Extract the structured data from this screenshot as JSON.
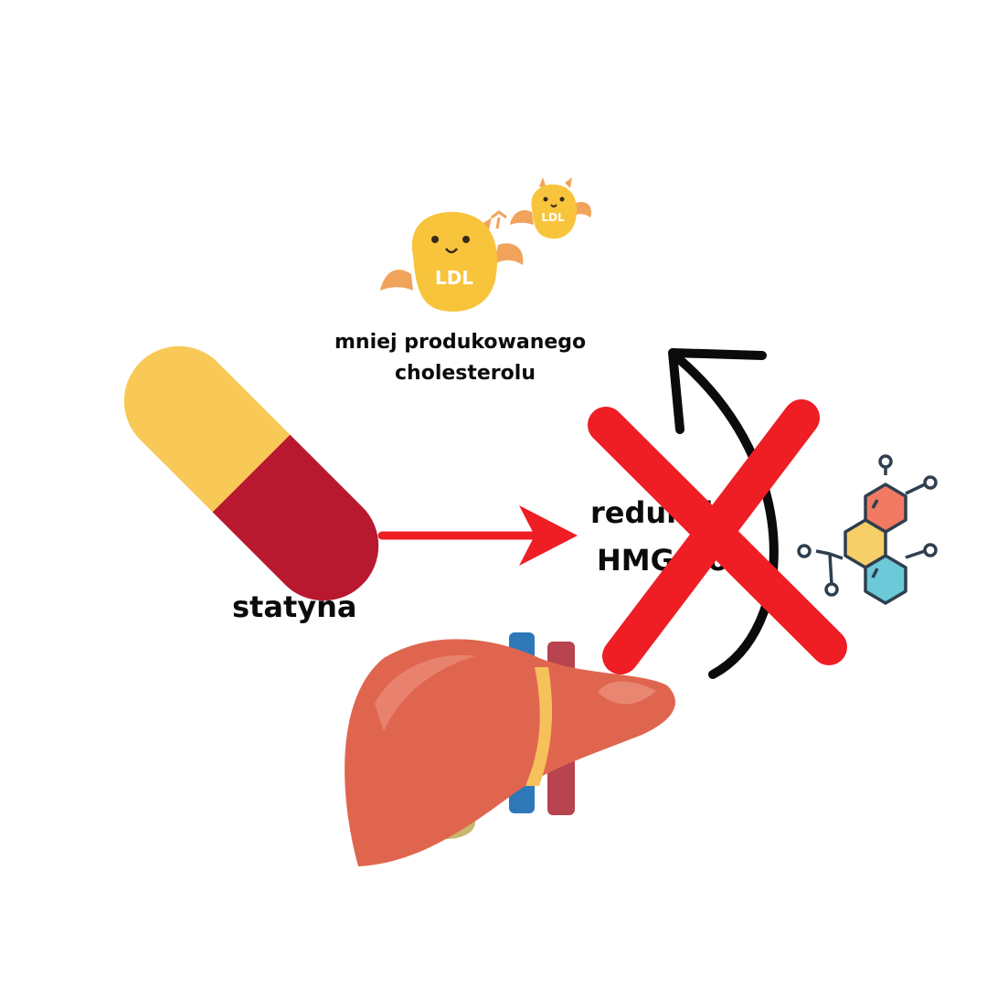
{
  "labels": {
    "statin": "statyna",
    "result_line_1": "mniej produkowanego",
    "result_line_2": "cholesterolu",
    "enzyme_line_1": "redukcja",
    "enzyme_line_2": "HMG-CoA"
  },
  "ldl": {
    "label_large": "LDL",
    "label_small": "LDL"
  },
  "icons": {
    "capsule": "capsule-icon",
    "arrow": "arrow-right-icon",
    "cross": "cross-x-icon",
    "curved_arrow": "curved-arrow-icon",
    "molecule": "molecule-icon",
    "liver": "liver-icon",
    "ldl_devil": "ldl-devil-icon"
  },
  "colors": {
    "capsule_top": "#F8C956",
    "capsule_bottom": "#B8192F",
    "arrow": "#EE1E24",
    "cross": "#EE1E24",
    "liver": "#E0654F",
    "ldl_body": "#F8C43C"
  }
}
